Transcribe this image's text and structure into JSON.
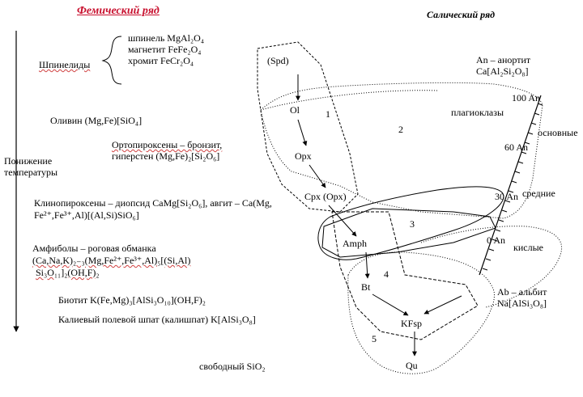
{
  "femic_title": "Фемический ряд",
  "salic_title": "Салический ряд",
  "spinel_group": "Шпинелиды",
  "spinels": {
    "spinel": "шпинель MgAl₂O₄",
    "magnetite": "магнетит FeFe₂O₄",
    "chromite": "хромит FeCr₂O₄"
  },
  "olivine": "Оливин (Mg,Fe)[SiO₄]",
  "orthopyroxene": {
    "line1": "Ортопироксены – бронзит,",
    "line2": "гиперстен (Mg,Fe)₂[Si₂O₆]"
  },
  "temperature": {
    "line1": "Понижение",
    "line2": "температуры"
  },
  "clinopyroxene": {
    "line1": "Клинопироксены – диопсид CaMg[Si₂O₆], авгит – Ca(Mg,",
    "line2": "Fe²⁺,Fe³⁺,Al)[(Al,Si)SiO₆]"
  },
  "amphibole": {
    "line1": "Амфиболы – роговая обманка",
    "line2": "(Ca,Na,K)₂₋₃(Mg,Fe²⁺,Fe³⁺,Al)₅[(Si,Al)",
    "line3": "Si₃O₁₁]₂(OH,F)₂"
  },
  "biotite": "Биотит K(Fe,Mg)₃[AlSi₃O₁₀](OH,F)₂",
  "kfeldspar": "Калиевый полевой шпат (калишпат) K[AlSi₃O₈]",
  "free_silica": "свободный SiO₂",
  "anorthite": {
    "line1": "An – анортит",
    "line2": "Ca[Al₂Si₂O₈]"
  },
  "plagioclase": "плагиоклазы",
  "plag_types": {
    "basic": "основные",
    "middle": "средние",
    "acid": "кислые"
  },
  "albite": {
    "line1": "Ab – альбит",
    "line2": "Na[AlSi₃O₈]"
  },
  "an_scale": [
    "100 An",
    "60 An",
    "30 An",
    "0 An"
  ],
  "nodes": {
    "spd": "(Spd)",
    "ol": "Ol",
    "opx": "Opx",
    "cpx": "Cpx (Opx)",
    "amph": "Amph",
    "bt": "Bt",
    "kfsp": "KFsp",
    "qu": "Qu"
  },
  "fields": [
    "1",
    "2",
    "3",
    "4",
    "5"
  ]
}
